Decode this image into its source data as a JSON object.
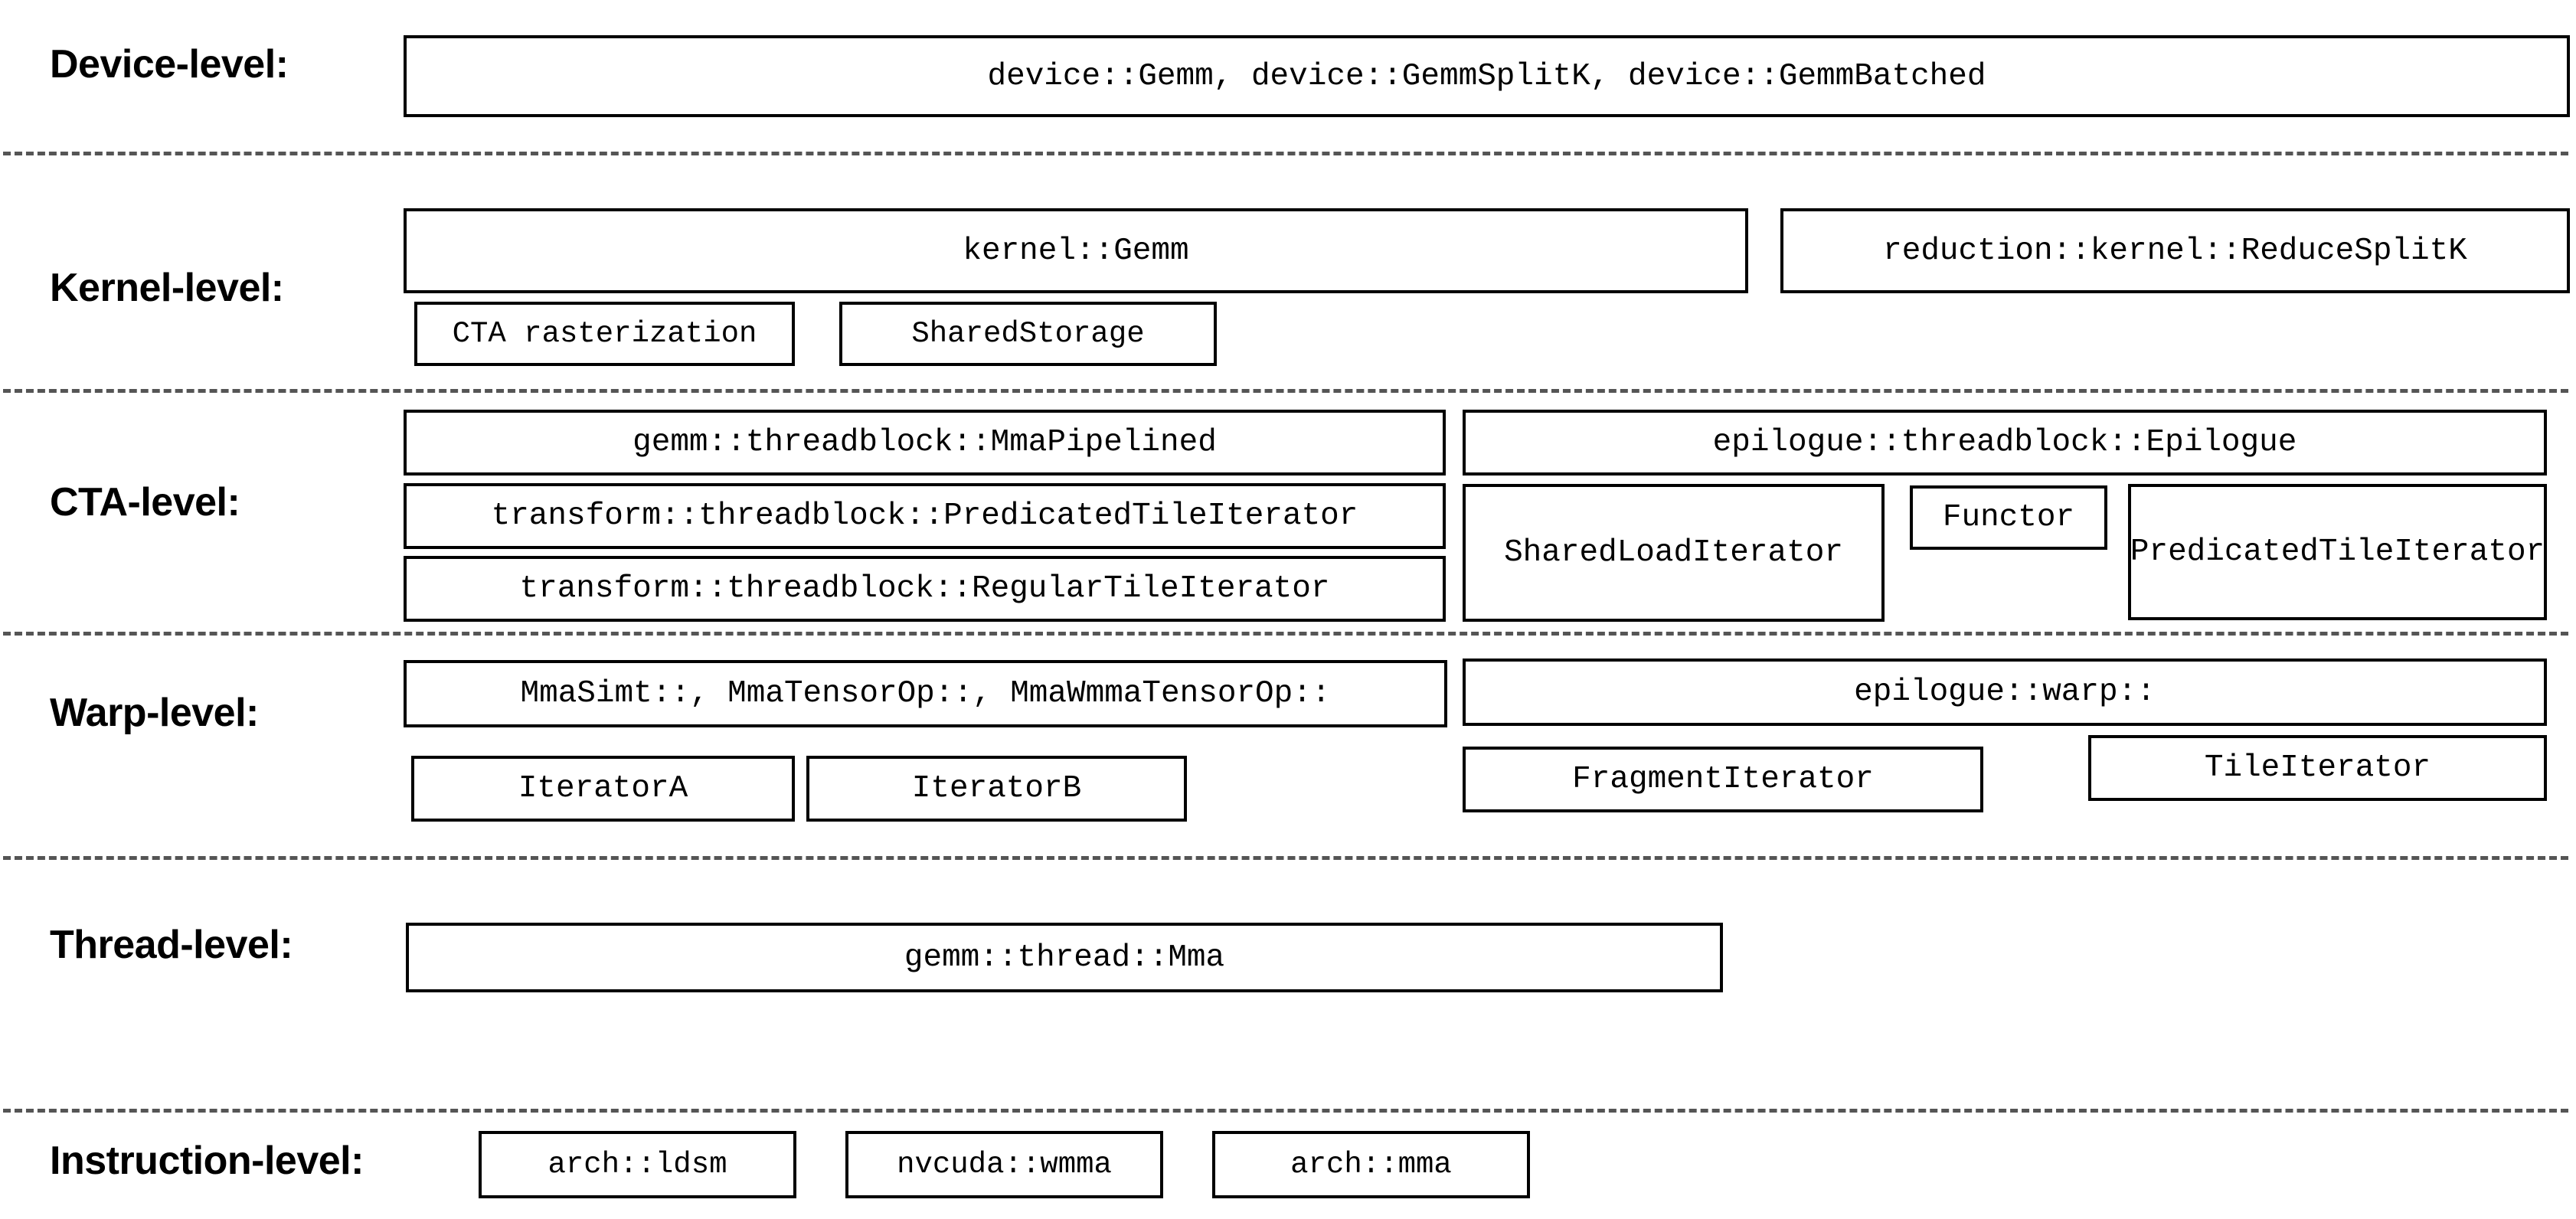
{
  "diagram": {
    "title": "CUTLASS GEMM template hierarchy",
    "colors": {
      "box_border": "#000000",
      "background": "#ffffff",
      "divider": "#555555",
      "text": "#000000"
    },
    "levels": [
      {
        "id": "device",
        "label": "Device-level:",
        "boxes": [
          {
            "name": "device-gemm-box",
            "text": "device::Gemm, device::GemmSplitK, device::GemmBatched"
          }
        ]
      },
      {
        "id": "kernel",
        "label": "Kernel-level:",
        "boxes": [
          {
            "name": "kernel-gemm-box",
            "text": "kernel::Gemm"
          },
          {
            "name": "reduce-splitk-box",
            "text": "reduction::kernel::ReduceSplitK"
          },
          {
            "name": "cta-rasterization-box",
            "text": "CTA rasterization"
          },
          {
            "name": "shared-storage-box",
            "text": "SharedStorage"
          }
        ]
      },
      {
        "id": "cta",
        "label": "CTA-level:",
        "boxes": [
          {
            "name": "mma-pipelined-box",
            "text": "gemm::threadblock::MmaPipelined"
          },
          {
            "name": "threadblock-predicated-tile-iterator-box",
            "text": "transform::threadblock::PredicatedTileIterator"
          },
          {
            "name": "threadblock-regular-tile-iterator-box",
            "text": "transform::threadblock::RegularTileIterator"
          },
          {
            "name": "threadblock-epilogue-box",
            "text": "epilogue::threadblock::Epilogue"
          },
          {
            "name": "shared-load-iterator-box",
            "text": "SharedLoadIterator"
          },
          {
            "name": "functor-box",
            "text": "Functor"
          },
          {
            "name": "epilogue-predicated-tile-iterator-box",
            "text": "PredicatedTileIterator"
          }
        ]
      },
      {
        "id": "warp",
        "label": "Warp-level:",
        "boxes": [
          {
            "name": "warp-mma-box",
            "text": "MmaSimt::, MmaTensorOp::, MmaWmmaTensorOp::"
          },
          {
            "name": "epilogue-warp-box",
            "text": "epilogue::warp::"
          },
          {
            "name": "iterator-a-box",
            "text": "IteratorA"
          },
          {
            "name": "iterator-b-box",
            "text": "IteratorB"
          },
          {
            "name": "fragment-iterator-box",
            "text": "FragmentIterator"
          },
          {
            "name": "tile-iterator-box",
            "text": "TileIterator"
          }
        ]
      },
      {
        "id": "thread",
        "label": "Thread-level:",
        "boxes": [
          {
            "name": "thread-mma-box",
            "text": "gemm::thread::Mma"
          }
        ]
      },
      {
        "id": "instruction",
        "label": "Instruction-level:",
        "boxes": [
          {
            "name": "arch-ldsm-box",
            "text": "arch::ldsm"
          },
          {
            "name": "nvcuda-wmma-box",
            "text": "nvcuda::wmma"
          },
          {
            "name": "arch-mma-box",
            "text": "arch::mma"
          }
        ]
      }
    ]
  }
}
